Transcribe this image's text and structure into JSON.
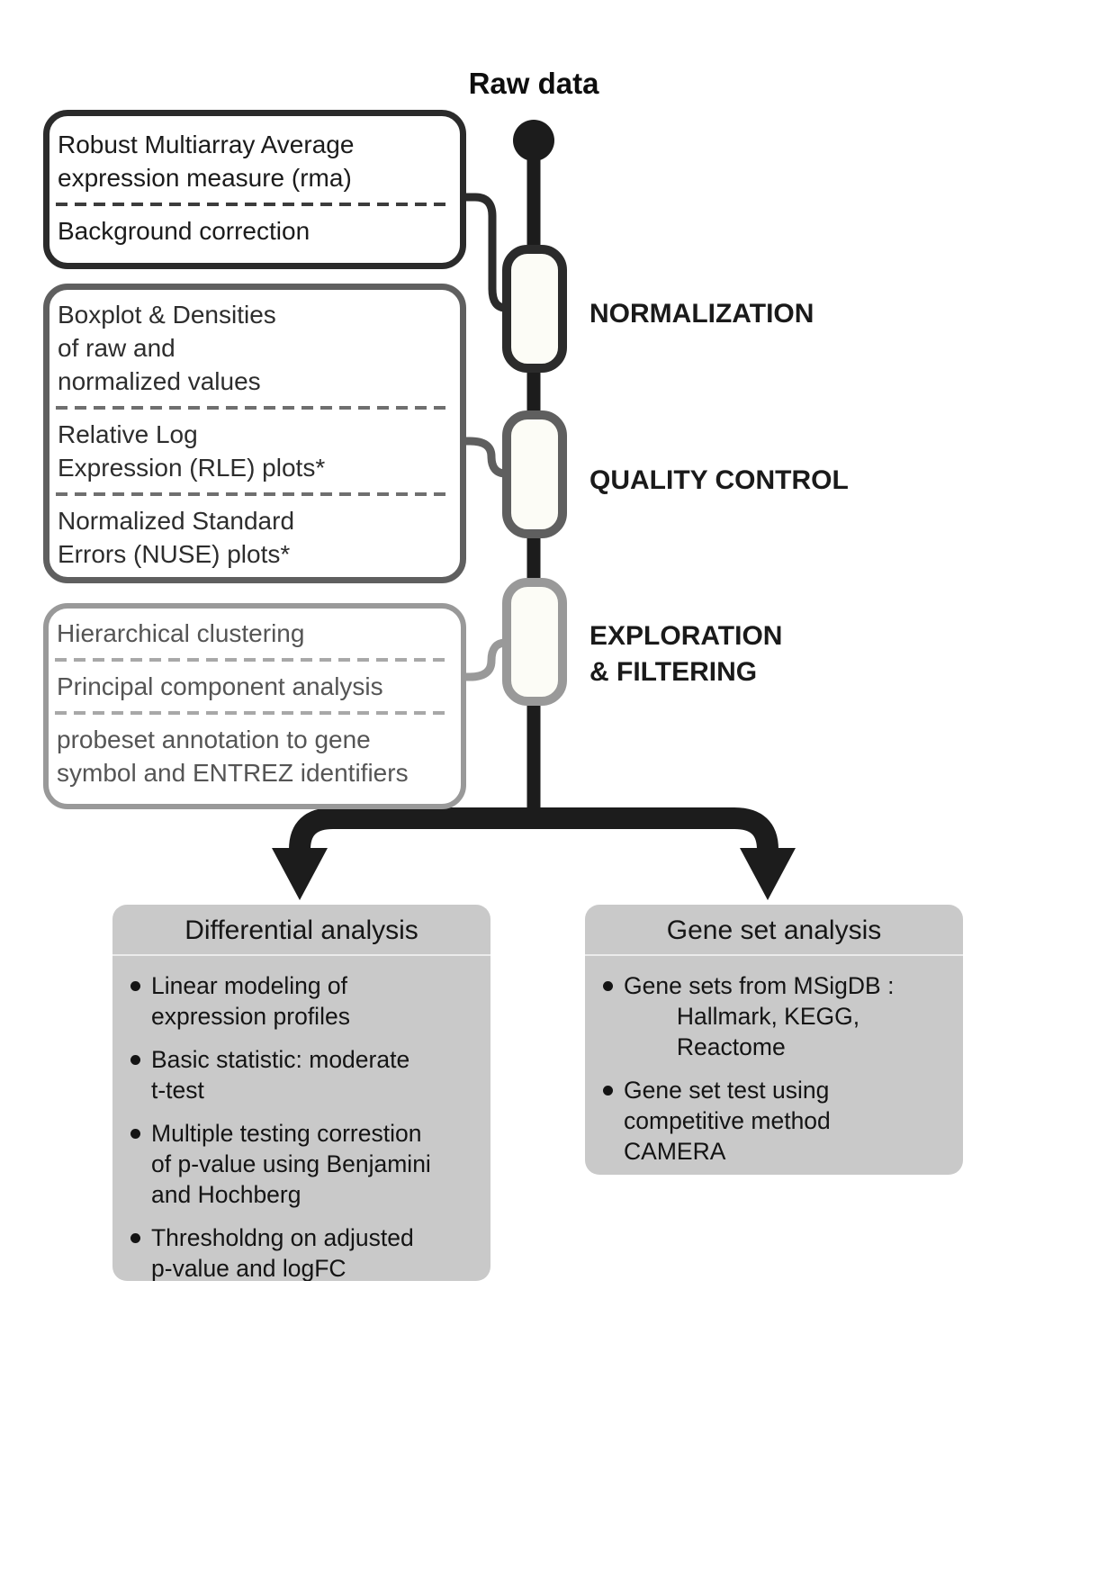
{
  "header": {
    "title": "Raw data"
  },
  "stages": [
    {
      "label": "NORMALIZATION"
    },
    {
      "label": "QUALITY CONTROL"
    },
    {
      "label": "EXPLORATION\n& FILTERING"
    }
  ],
  "boxes": [
    {
      "id": "normalization-steps",
      "sections": [
        "Robust Multiarray Average\nexpression measure (rma)",
        "Background correction"
      ]
    },
    {
      "id": "quality-control-steps",
      "sections": [
        "Boxplot & Densities\nof raw and\nnormalized values",
        "Relative Log\nExpression (RLE) plots*",
        "Normalized Standard\nErrors (NUSE) plots*"
      ]
    },
    {
      "id": "exploration-filtering-steps",
      "sections": [
        "Hierarchical clustering",
        "Principal component analysis",
        "probeset annotation to gene\nsymbol and ENTREZ identifiers"
      ]
    }
  ],
  "panels": {
    "differential": {
      "title": "Differential analysis",
      "bullets": [
        "Linear modeling of\nexpression profiles",
        "Basic statistic: moderate\nt-test",
        "Multiple testing correstion\nof p-value using Benjamini\nand Hochberg",
        "Thresholdng on adjusted\np-value and logFC"
      ]
    },
    "gene_set": {
      "title": "Gene set analysis",
      "bullets": [
        "Gene sets from MSigDB :\n        Hallmark, KEGG,\n        Reactome",
        "Gene set test using\ncompetitive method\nCAMERA"
      ]
    }
  },
  "colors": {
    "spine": "#1c1c1c",
    "stage1_border": "#2b2b2b",
    "stage2_border": "#5f5f5f",
    "stage3_border": "#999999",
    "panel_bg": "#c9c9c9",
    "node_fill": "#fcfcf6"
  }
}
